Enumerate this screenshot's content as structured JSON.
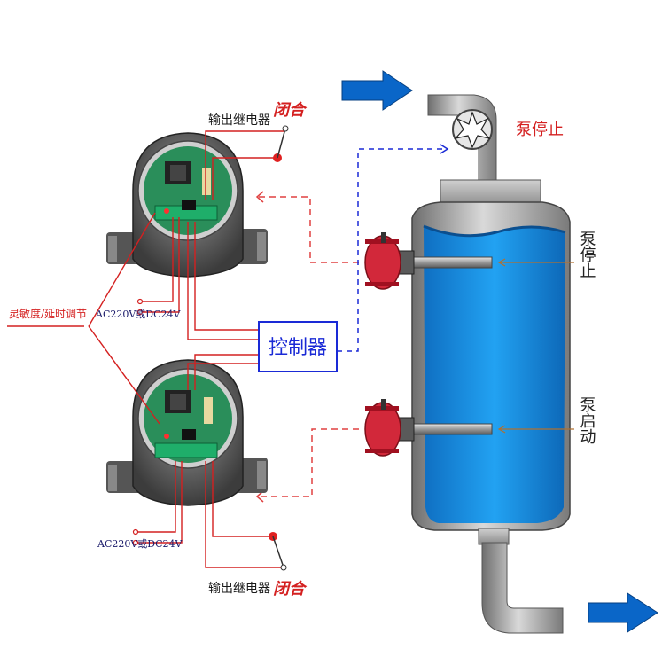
{
  "labels": {
    "relay_top": "输出继电器",
    "relay_bottom": "输出继电器",
    "closed_top": "闭合",
    "closed_bottom": "闭合",
    "sensitivity": "灵敏度/延时调节",
    "power_top": "AC220V或DC24V",
    "power_bottom": "AC220V或DC24V",
    "controller": "控制器",
    "pump_stop_top": "泵停止",
    "pump_stop_side": "泵停止",
    "pump_start_side": "泵启动"
  },
  "colors": {
    "flow_arrow": "#0a66c8",
    "wire": "#d42020",
    "signal": "#1a2ad6",
    "water": "#1796ec",
    "pcb": "#2a8e5a",
    "probe_head": "#d2283a"
  },
  "icons": {
    "inlet": "flow-arrow-icon",
    "outlet": "flow-arrow-icon",
    "pump": "pump-icon",
    "relay": "relay-switch-icon"
  }
}
